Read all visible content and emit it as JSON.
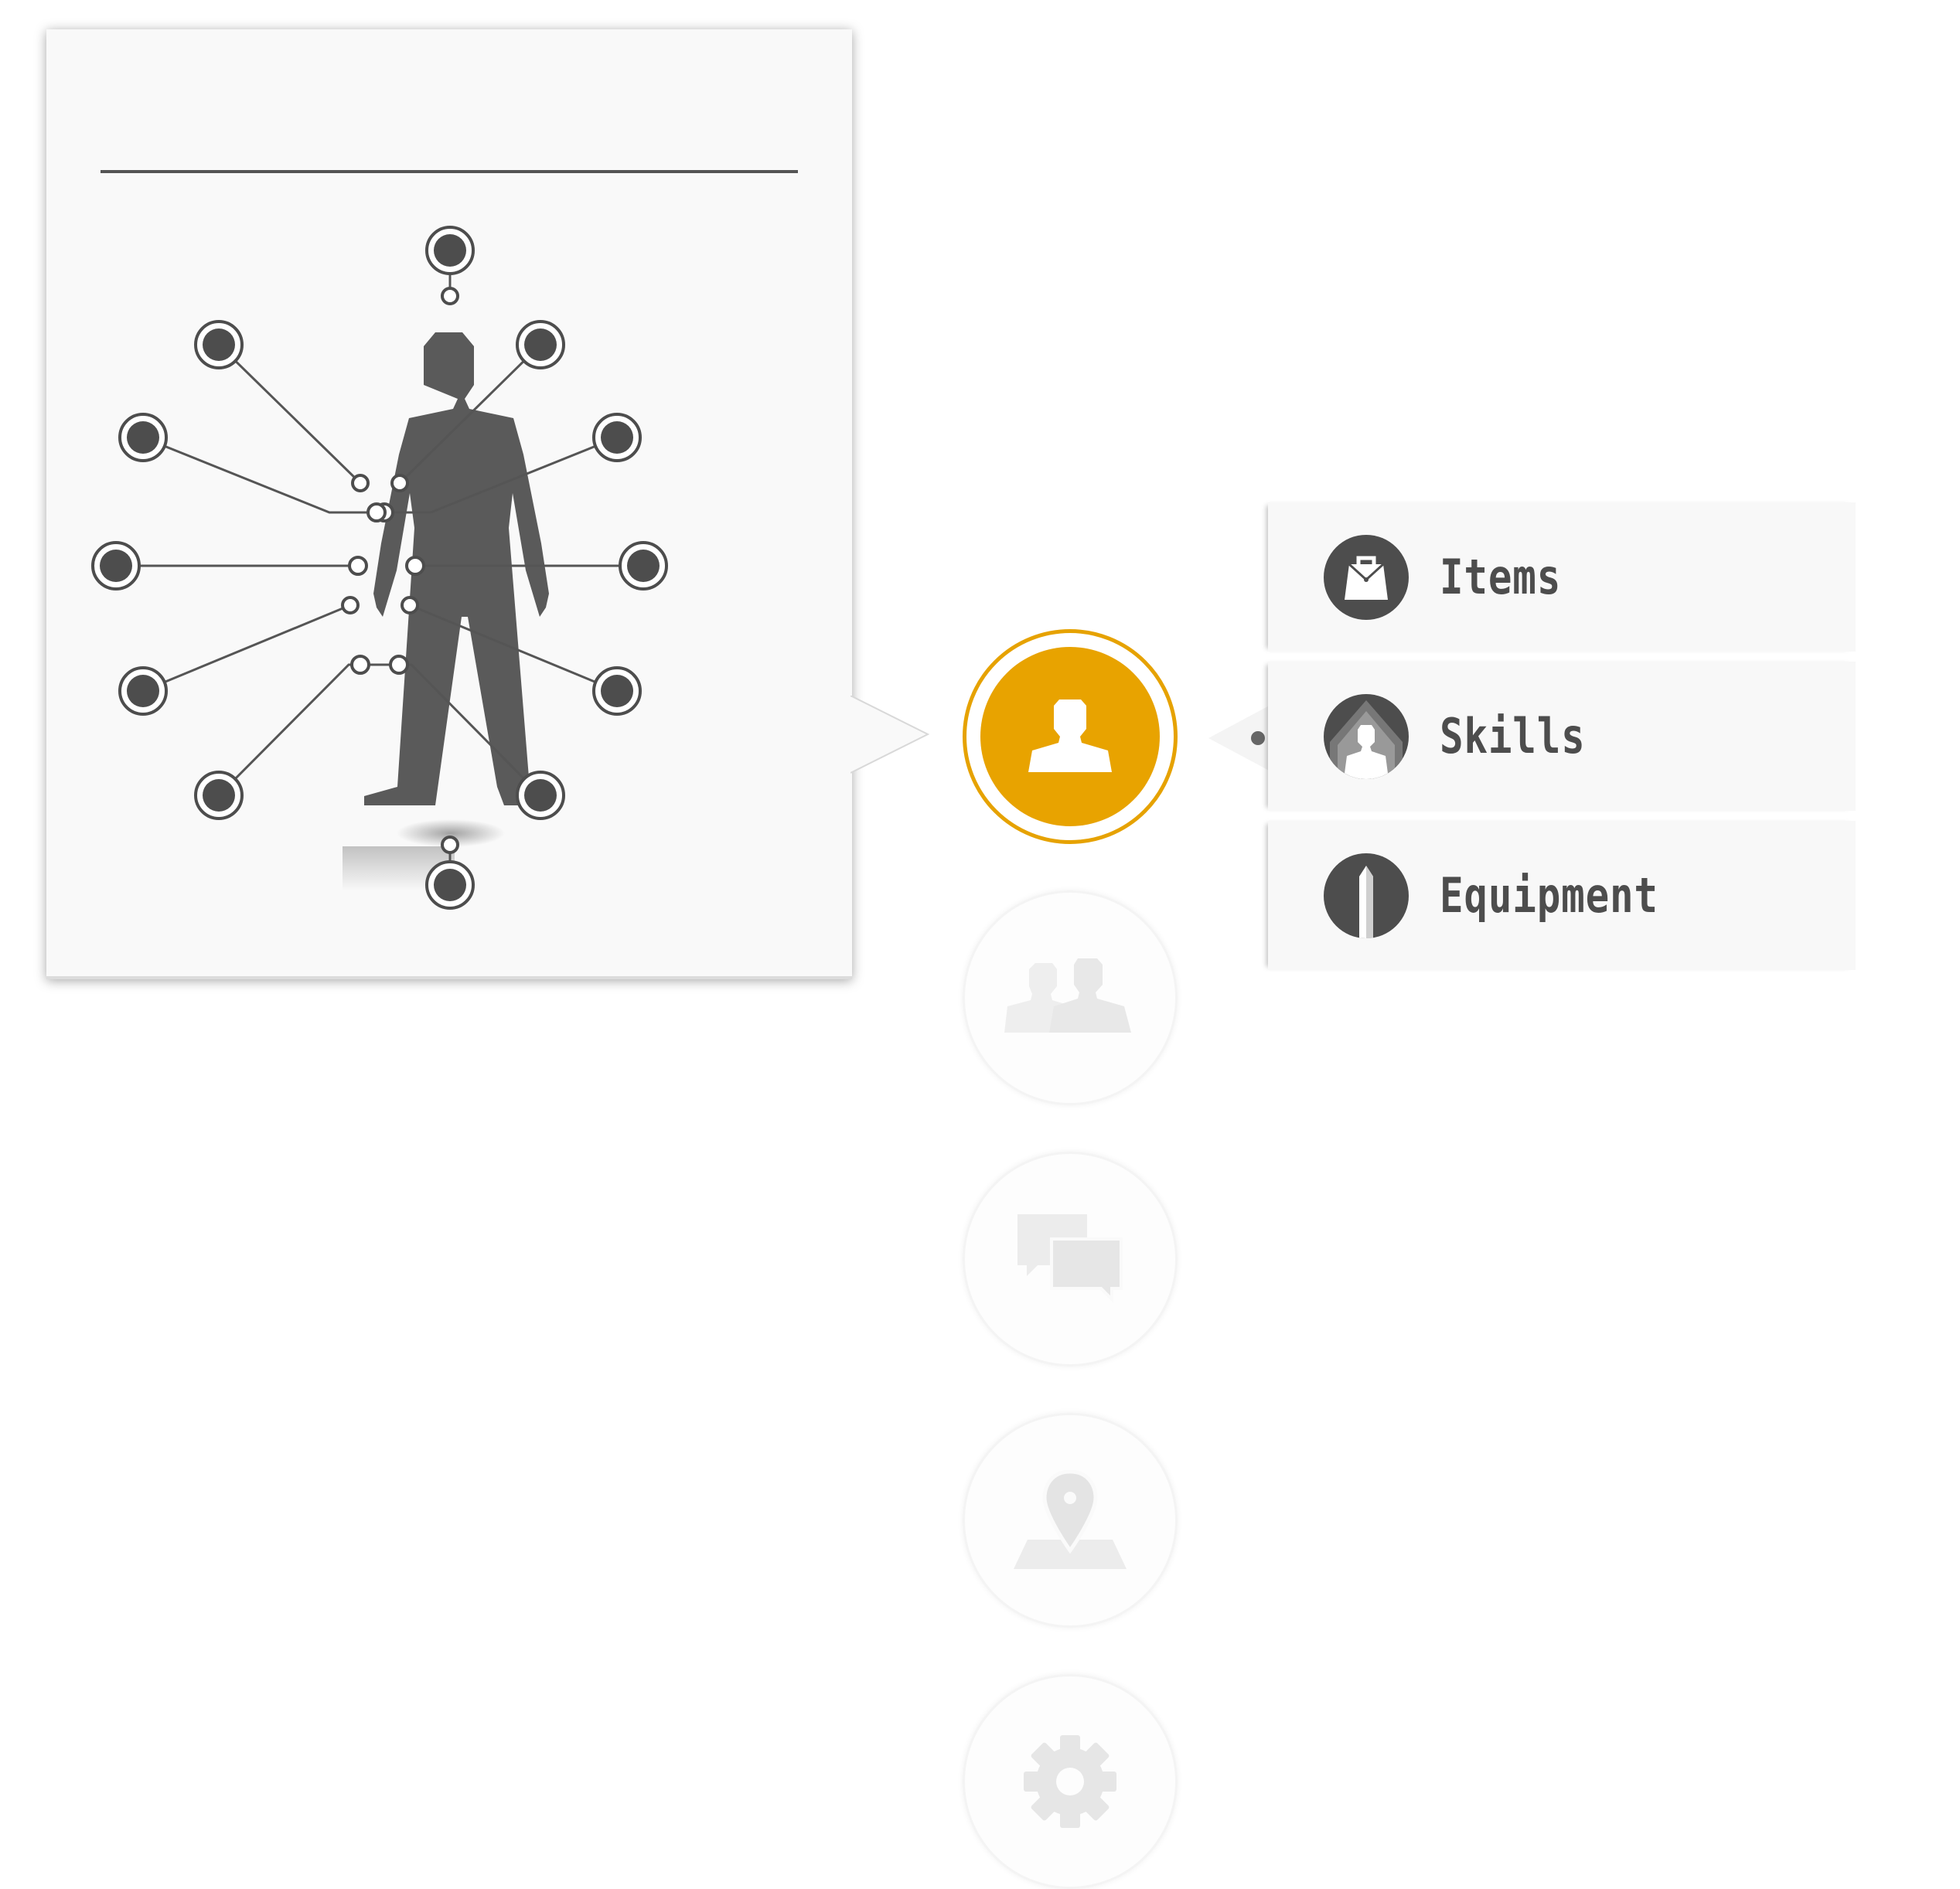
{
  "panel": {
    "title": "",
    "colors": {
      "figure": "#5a5a5a",
      "node": "#4d4d4d",
      "line": "#555555"
    }
  },
  "nav": {
    "accent_color": "#e8a300",
    "items": [
      {
        "icon": "user-icon",
        "active": true
      },
      {
        "icon": "group-icon",
        "active": false
      },
      {
        "icon": "chat-icon",
        "active": false
      },
      {
        "icon": "map-pin-icon",
        "active": false
      },
      {
        "icon": "gear-icon",
        "active": false
      }
    ]
  },
  "submenu": {
    "items": [
      {
        "label": "Items",
        "icon": "bag-icon"
      },
      {
        "label": "Skills",
        "icon": "skill-person-icon"
      },
      {
        "label": "Equipment",
        "icon": "sword-icon"
      }
    ]
  }
}
